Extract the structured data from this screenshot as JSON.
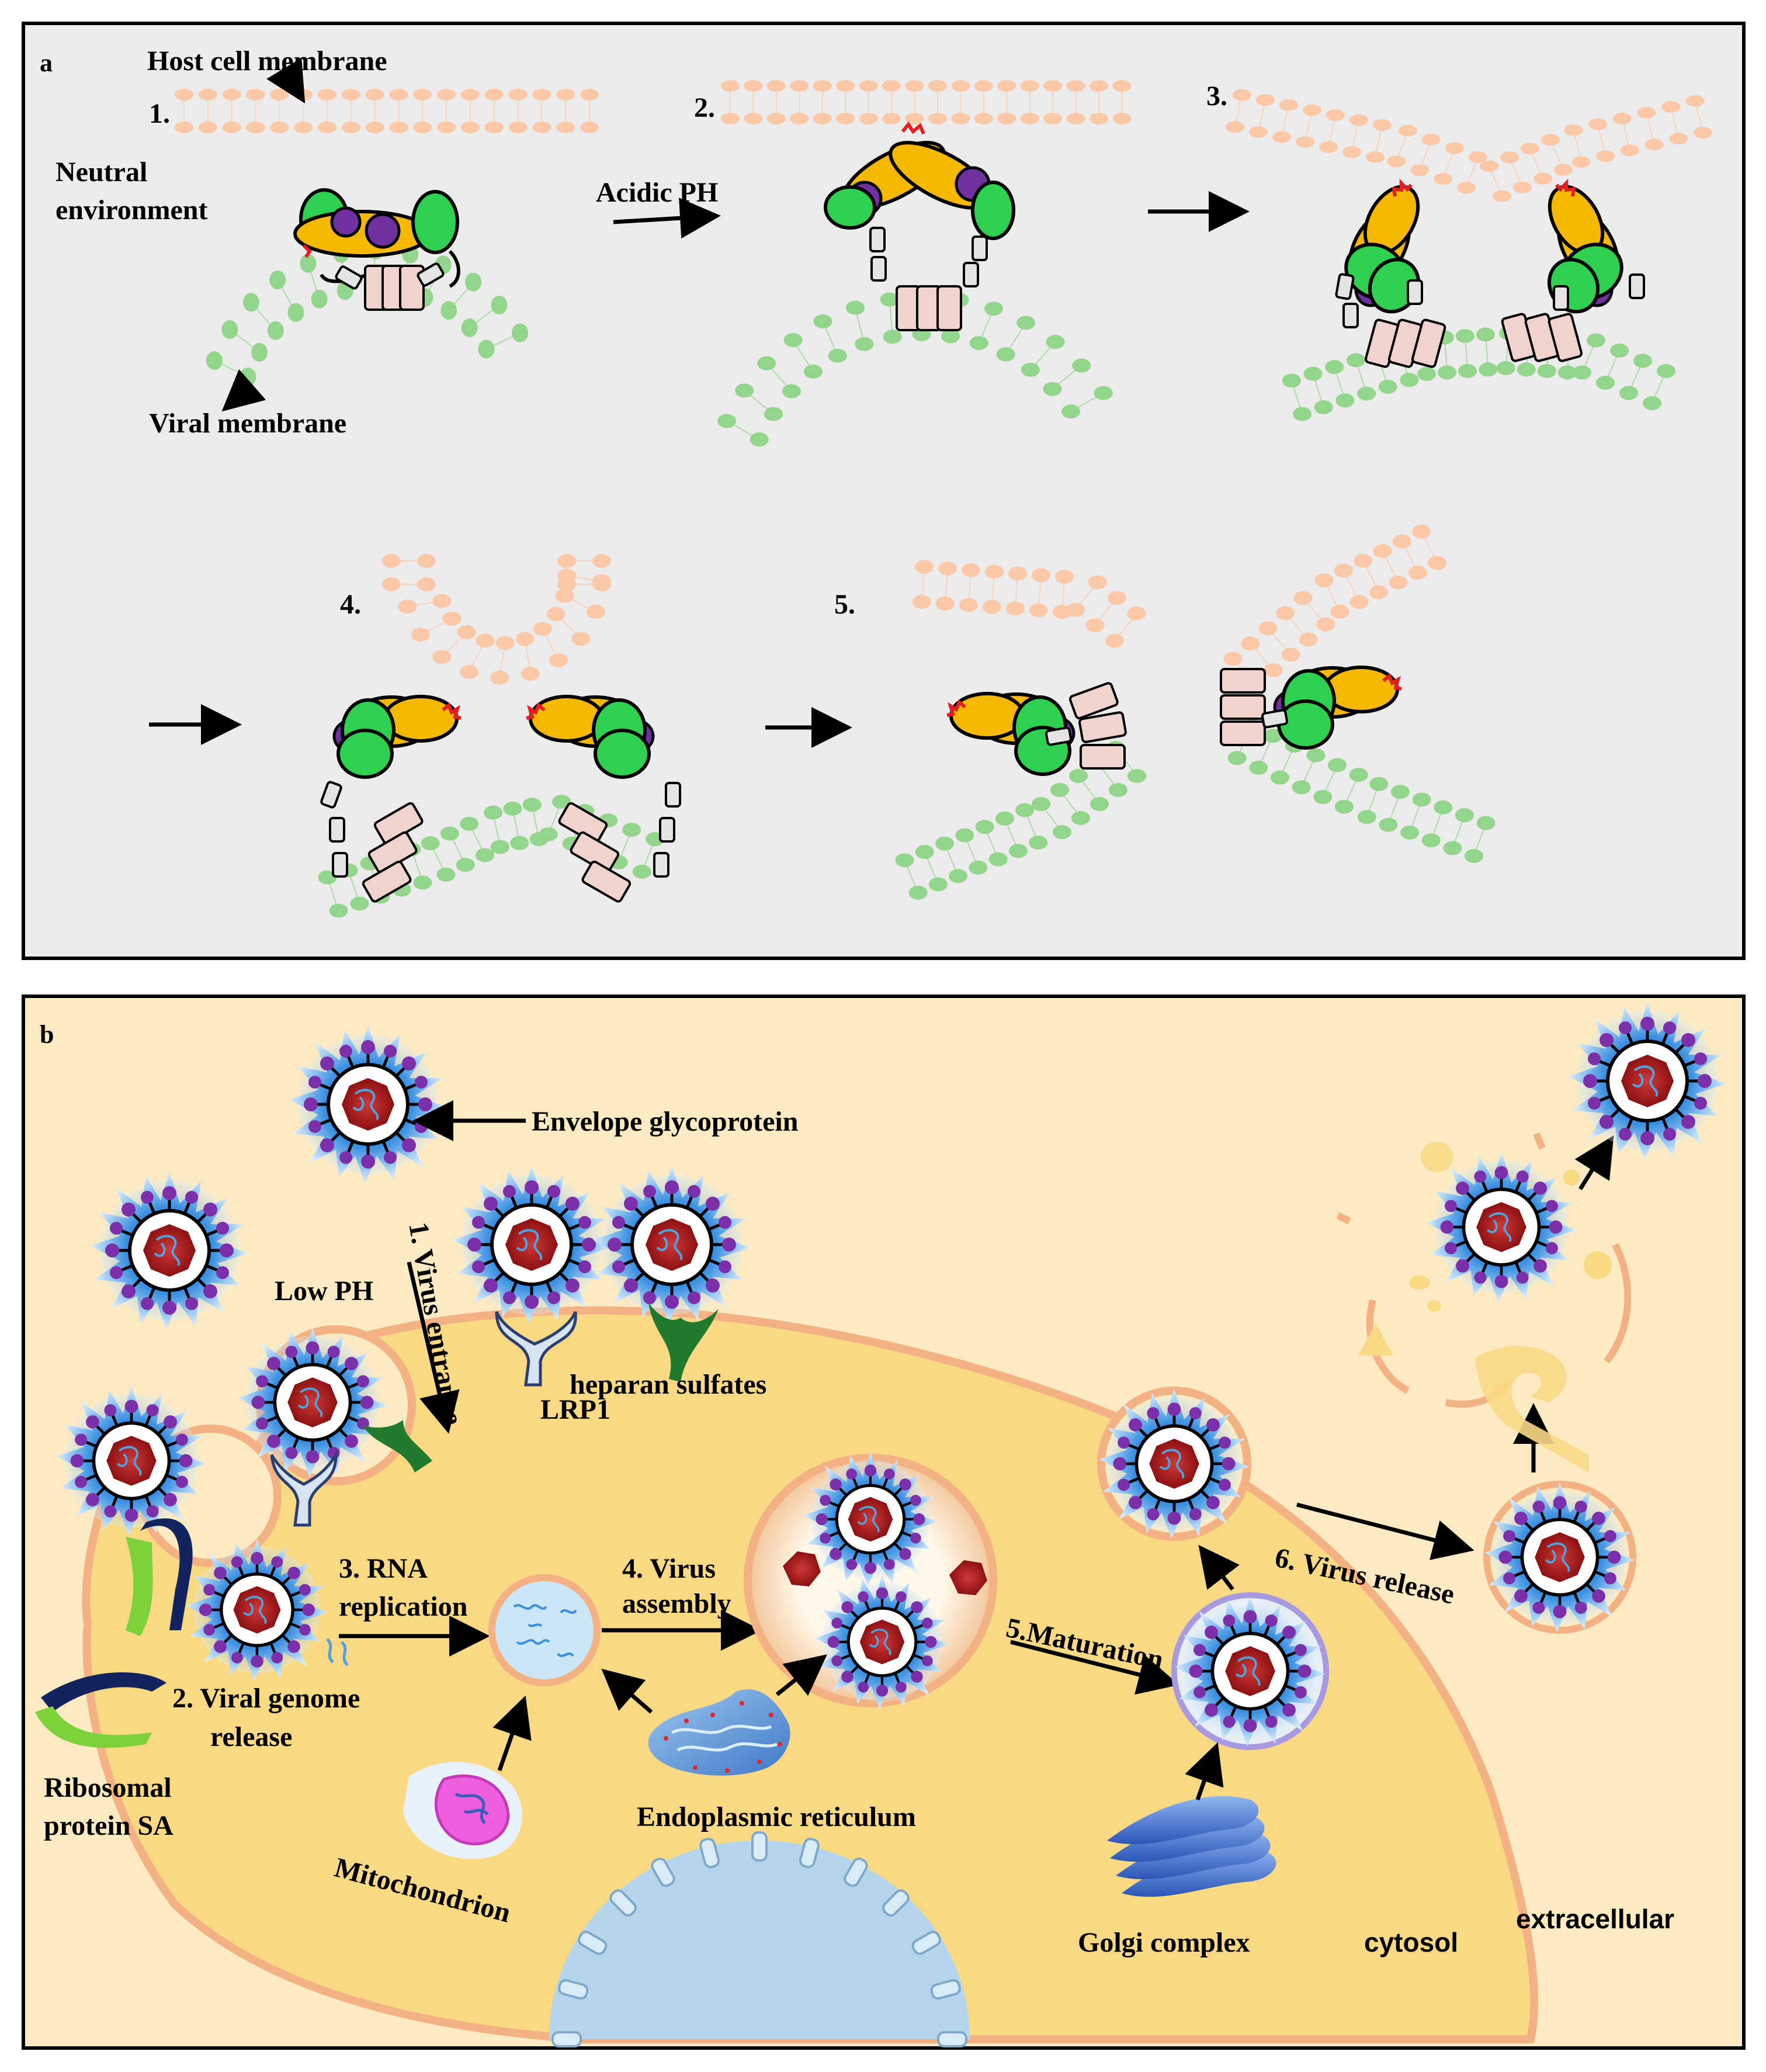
{
  "panel_a": {
    "letter": "a",
    "labels": {
      "host_membrane": "Host cell membrane",
      "neutral_1": "Neutral",
      "neutral_2": "environment",
      "viral_membrane": "Viral membrane",
      "acidic": "Acidic PH"
    },
    "steps": [
      "1.",
      "2.",
      "3.",
      "4.",
      "5."
    ]
  },
  "panel_b": {
    "letter": "b",
    "labels": {
      "envelope": "Envelope glycoprotein",
      "low_ph": "Low PH",
      "virus_entrance": "1. Virus entrance",
      "lrp1": "LRP1",
      "heparan": "heparan sulfates",
      "rna_1": "3. RNA",
      "rna_2": "replication",
      "assembly_1": "4. Virus",
      "assembly_2": "assembly",
      "genome_1": "2. Viral genome",
      "genome_2": "release",
      "ribo_1": "Ribosomal",
      "ribo_2": "protein SA",
      "mito": "Mitochondrion",
      "er": "Endoplasmic reticulum",
      "maturation": "5.Maturation",
      "golgi": "Golgi complex",
      "release": "6. Virus release",
      "cytosol": "cytosol",
      "extracellular": "extracellular"
    }
  },
  "colors": {
    "panel_a_bg": "#ececec",
    "panel_b_bg": "#fcebc2",
    "cell": "#fad985",
    "cell_border": "#f4b183",
    "host_lipid": "#fbc9a8",
    "viral_lipid": "#93d58a",
    "green_domain": "#2dd14f",
    "yellow_domain": "#f5b800",
    "purple_domain": "#7030a0",
    "fusion_loop": "#e32020",
    "nucleus": "#b5d6ea",
    "virion_core": "#b01c1c",
    "spike": "#5aaee8"
  }
}
